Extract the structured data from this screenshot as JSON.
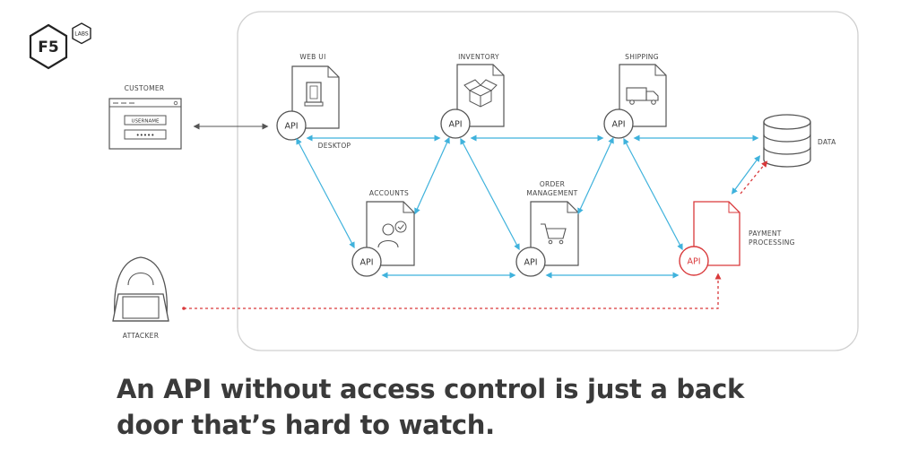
{
  "brand": {
    "logo_main": "F5",
    "logo_sub": "LABS"
  },
  "diagram": {
    "customer_label": "CUSTOMER",
    "username_label": "USERNAME",
    "password_mask": "•••••",
    "attacker_label": "ATTACKER",
    "data_label": "DATA",
    "desktop_label": "DESKTOP",
    "nodes": {
      "webui": {
        "label": "WEB UI",
        "api": "API"
      },
      "inventory": {
        "label": "INVENTORY",
        "api": "API"
      },
      "shipping": {
        "label": "SHIPPING",
        "api": "API"
      },
      "accounts": {
        "label": "ACCOUNTS",
        "api": "API"
      },
      "order": {
        "label_line1": "ORDER",
        "label_line2": "MANAGEMENT",
        "api": "API"
      },
      "payment": {
        "label_line1": "PAYMENT",
        "label_line2": "PROCESSING",
        "api": "API"
      }
    },
    "colors": {
      "link": "#3fb2dc",
      "attack": "#d9393b",
      "line": "#555555",
      "frame": "#d0d0d0"
    }
  },
  "caption": {
    "line1": "An API without access control is just a back",
    "line2": "door that’s hard to watch."
  }
}
